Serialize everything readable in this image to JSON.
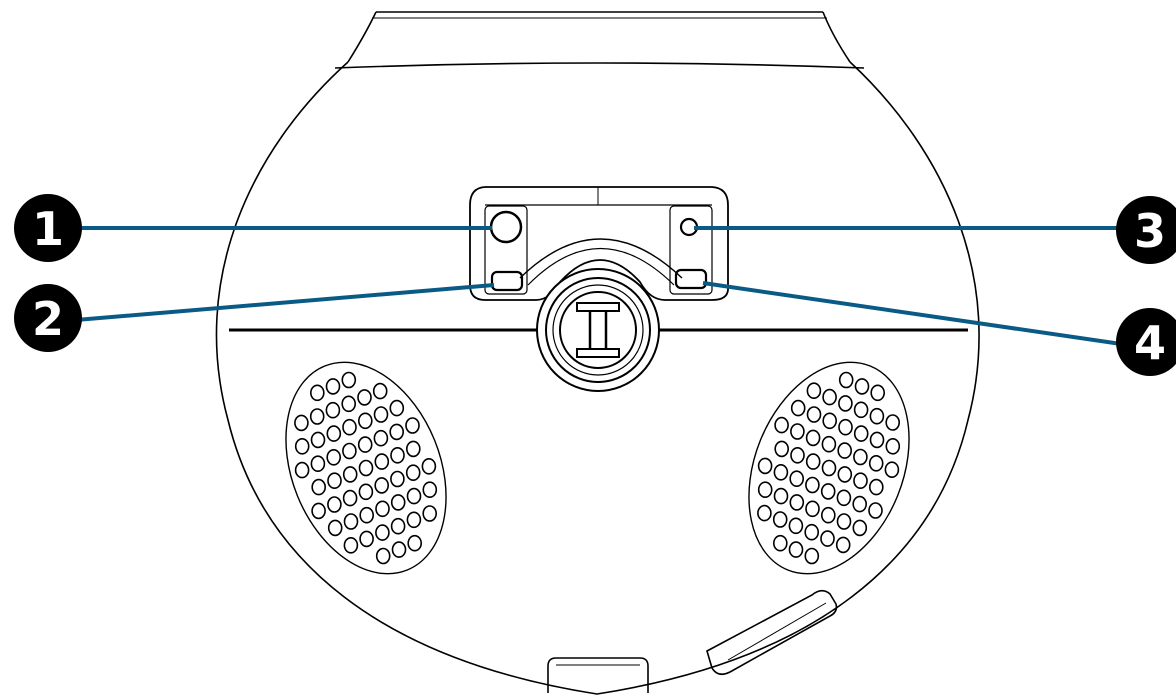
{
  "colors": {
    "callout_fill": "#000000",
    "callout_text": "#ffffff",
    "leader_line": "#0a5a86",
    "outline": "#000000"
  },
  "callouts": [
    {
      "number": "1"
    },
    {
      "number": "2"
    },
    {
      "number": "3"
    },
    {
      "number": "4"
    }
  ]
}
